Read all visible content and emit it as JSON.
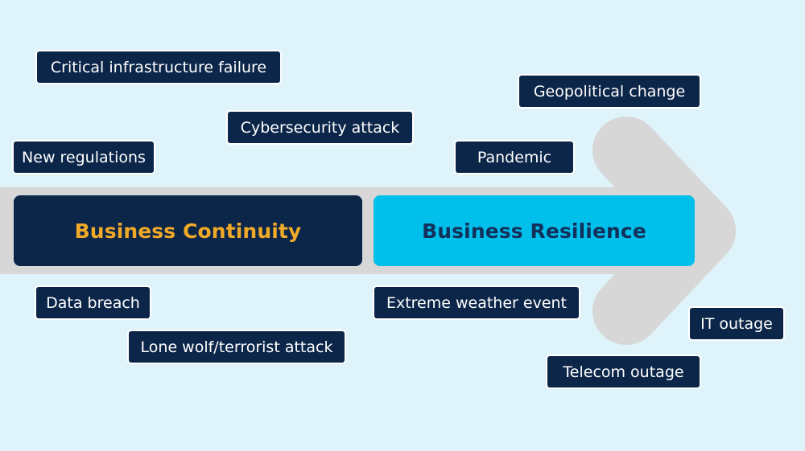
{
  "colors": {
    "background": "#dff3fb",
    "arrow": "#d7d7d7",
    "tag_fill": "#0c2649",
    "tag_text": "#ffffff",
    "continuity_fill": "#0c2649",
    "continuity_text": "#f1a928",
    "resilience_fill": "#00bfea",
    "resilience_text": "#12305a"
  },
  "main": {
    "continuity_label": "Business Continuity",
    "resilience_label": "Business Resilience"
  },
  "events": {
    "critical_infrastructure": "Critical infrastructure failure",
    "geopolitical": "Geopolitical change",
    "cybersecurity": "Cybersecurity attack",
    "new_regulations": "New regulations",
    "pandemic": "Pandemic",
    "data_breach": "Data breach",
    "extreme_weather": "Extreme weather event",
    "it_outage": "IT outage",
    "lone_wolf": "Lone wolf/terrorist attack",
    "telecom": "Telecom outage"
  }
}
